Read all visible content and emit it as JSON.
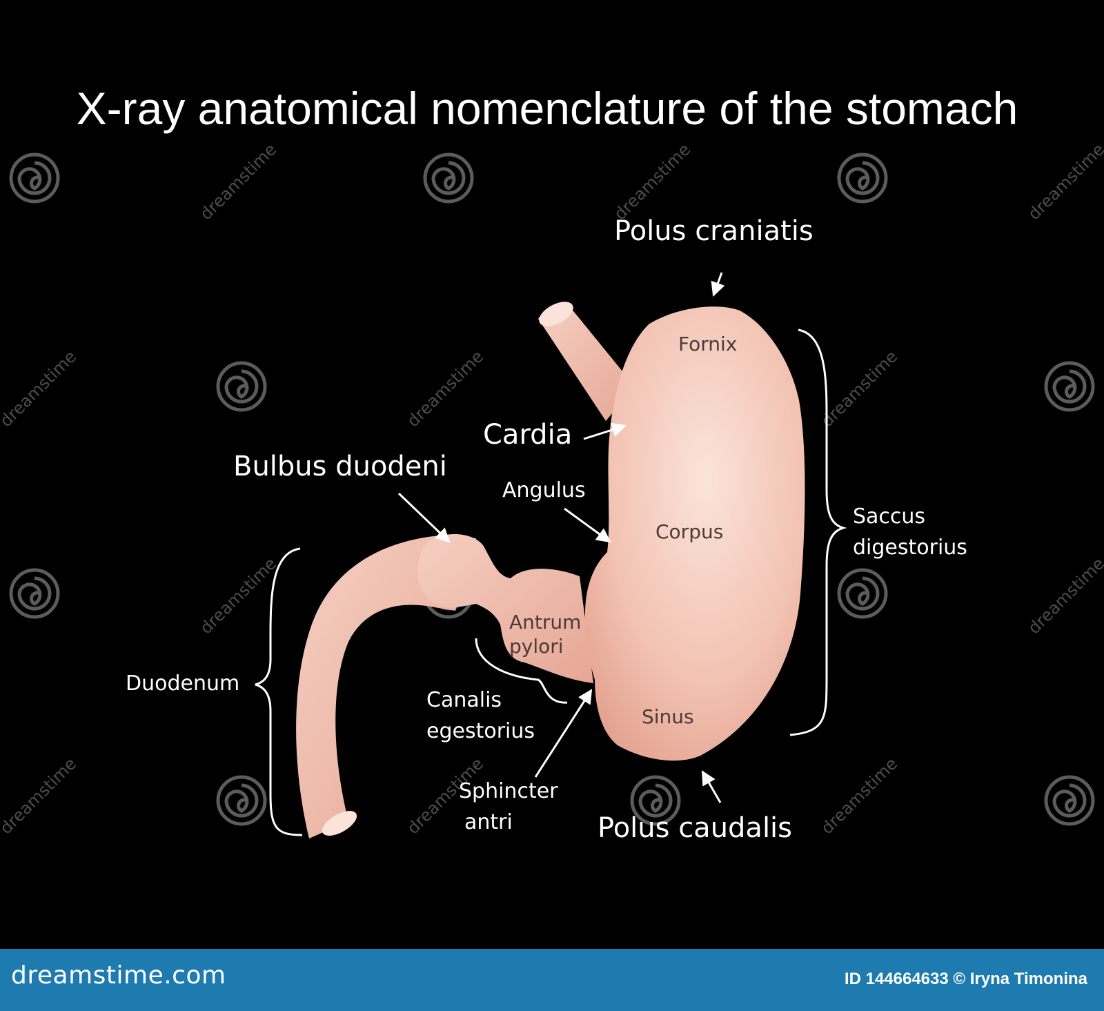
{
  "title": "X-ray anatomical nomenclature of the stomach",
  "labels": {
    "polus_craniatis": "Polus craniatis",
    "fornix": "Fornix",
    "cardia": "Cardia",
    "bulbus_duodeni": "Bulbus duodeni",
    "angulus": "Angulus",
    "corpus": "Corpus",
    "saccus_line1": "Saccus",
    "saccus_line2": "digestorius",
    "antrum_line1": "Antrum",
    "antrum_line2": "pylori",
    "duodenum": "Duodenum",
    "canalis_line1": "Canalis",
    "canalis_line2": "egestorius",
    "sinus": "Sinus",
    "sphincter_line1": "Sphincter",
    "sphincter_line2": "antri",
    "polus_caudalis": "Polus caudalis"
  },
  "watermark": {
    "text": "dreamstime"
  },
  "footer": {
    "site": "dreamstime.com",
    "credit": "ID 144664633 © Iryna Timonina"
  },
  "colors": {
    "background": "#000000",
    "organ": "#f2bfae",
    "organ_highlight": "#fbe3da",
    "footer": "#1d7bb0"
  }
}
